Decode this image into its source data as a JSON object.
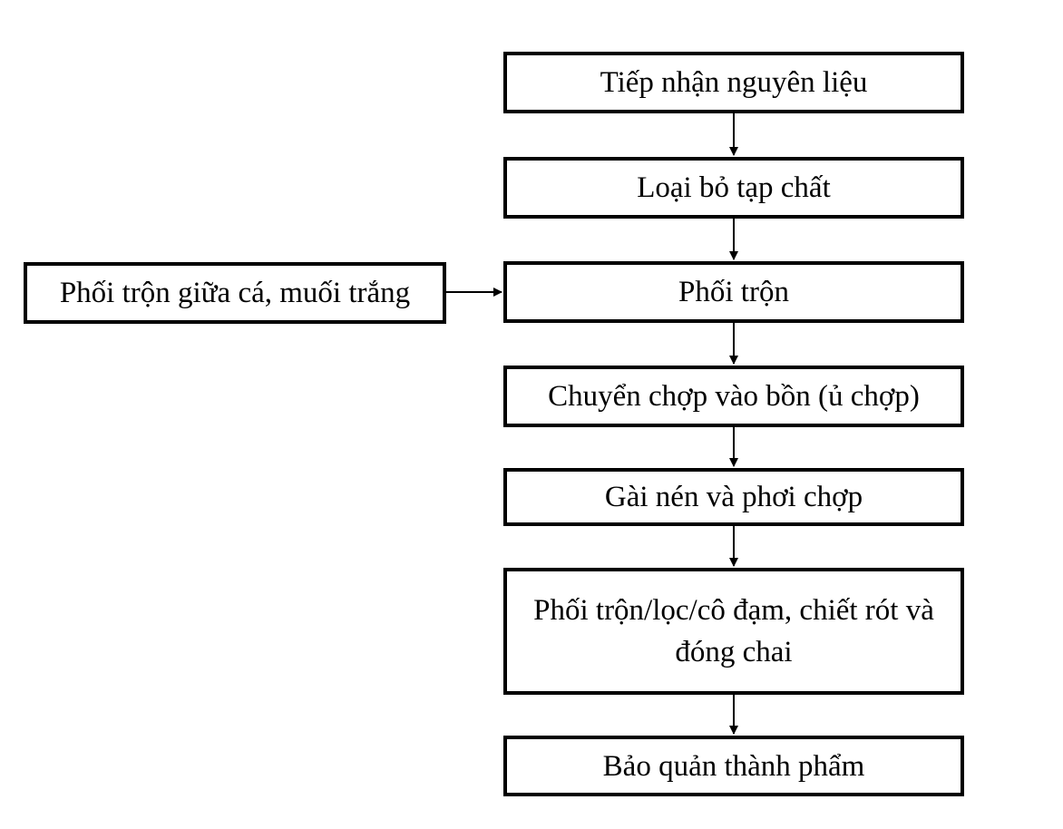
{
  "diagram": {
    "steps": [
      {
        "id": "s1",
        "label": "Tiếp nhận nguyên liệu"
      },
      {
        "id": "s2",
        "label": "Loại bỏ tạp chất"
      },
      {
        "id": "s3",
        "label": "Phối trộn"
      },
      {
        "id": "s4",
        "label": "Chuyển chợp vào bồn (ủ chợp)"
      },
      {
        "id": "s5",
        "label": "Gài nén và phơi chợp"
      },
      {
        "id": "s6",
        "label": "Phối trộn/lọc/cô đạm, chiết rót và đóng chai"
      },
      {
        "id": "s7",
        "label": "Bảo quản thành phẩm"
      }
    ],
    "side_input": {
      "id": "side",
      "label": "Phối trộn giữa cá, muối trắng",
      "target": "s3"
    },
    "edges": [
      {
        "from": "s1",
        "to": "s2"
      },
      {
        "from": "s2",
        "to": "s3"
      },
      {
        "from": "s3",
        "to": "s4"
      },
      {
        "from": "s4",
        "to": "s5"
      },
      {
        "from": "s5",
        "to": "s6"
      },
      {
        "from": "s6",
        "to": "s7"
      },
      {
        "from": "side",
        "to": "s3"
      }
    ],
    "colors": {
      "stroke": "#000000",
      "fill": "#ffffff"
    }
  }
}
